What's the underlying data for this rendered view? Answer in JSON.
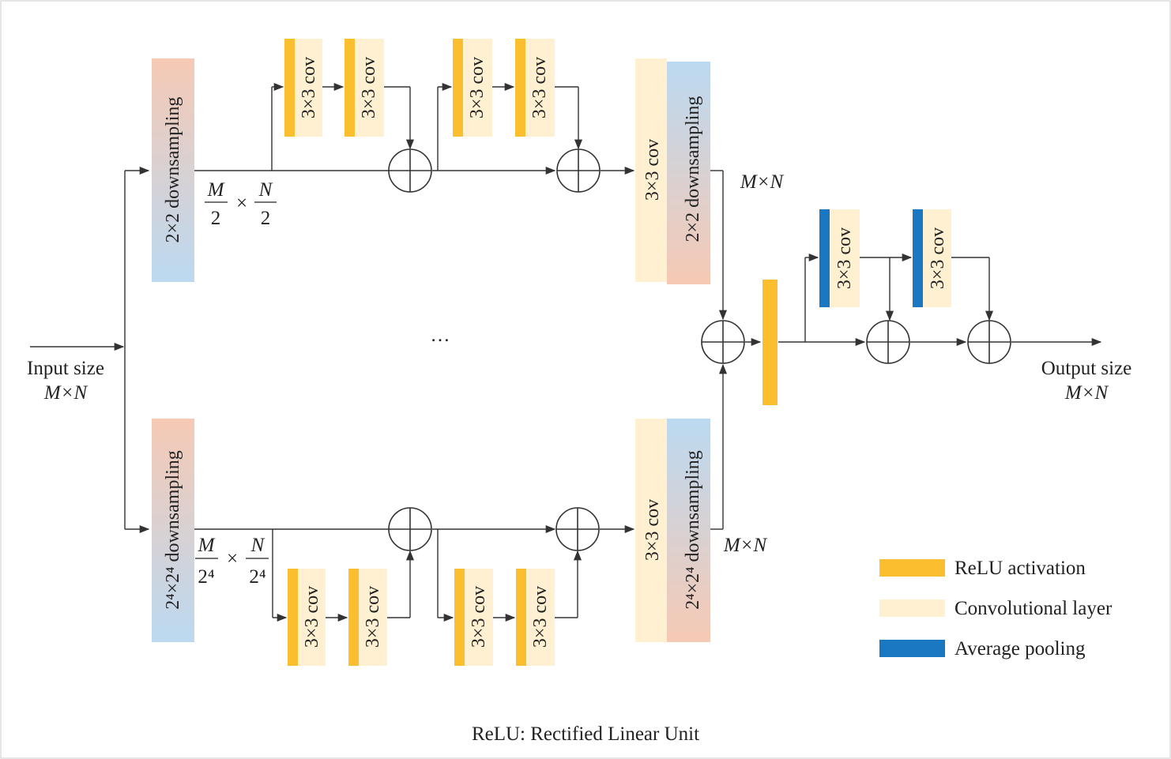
{
  "colors": {
    "relu": "#FBBE2E",
    "conv": "#FEF0D0",
    "pool": "#1A77C2",
    "down_peach": "#F6C9B4",
    "down_blue": "#BBD9F1",
    "line": "#333333"
  },
  "labels": {
    "input_title": "Input size",
    "input_dims": "M×N",
    "output_title": "Output size",
    "output_dims": "M×N",
    "ellipsis": "…",
    "top_out_dims": "M×N",
    "bottom_out_dims": "M×N",
    "caption": "ReLU: Rectified Linear Unit"
  },
  "blocks": {
    "down_top": "2×2 downsampling",
    "down_bottom": "2⁴×2⁴ downsampling",
    "conv": "3×3 cov",
    "up_top": "2×2 downsampling",
    "up_bottom": "2⁴×2⁴ downsampling"
  },
  "fractions": {
    "top": {
      "m_num": "M",
      "m_den": "2",
      "times": "×",
      "n_num": "N",
      "n_den": "2"
    },
    "bottom": {
      "m_num": "M",
      "m_den": "2⁴",
      "times": "×",
      "n_num": "N",
      "n_den": "2⁴"
    }
  },
  "legend": [
    {
      "label": "ReLU activation",
      "color": "#FBBE2E"
    },
    {
      "label": "Convolutional layer",
      "color": "#FEF0D0"
    },
    {
      "label": "Average pooling",
      "color": "#1A77C2"
    }
  ]
}
